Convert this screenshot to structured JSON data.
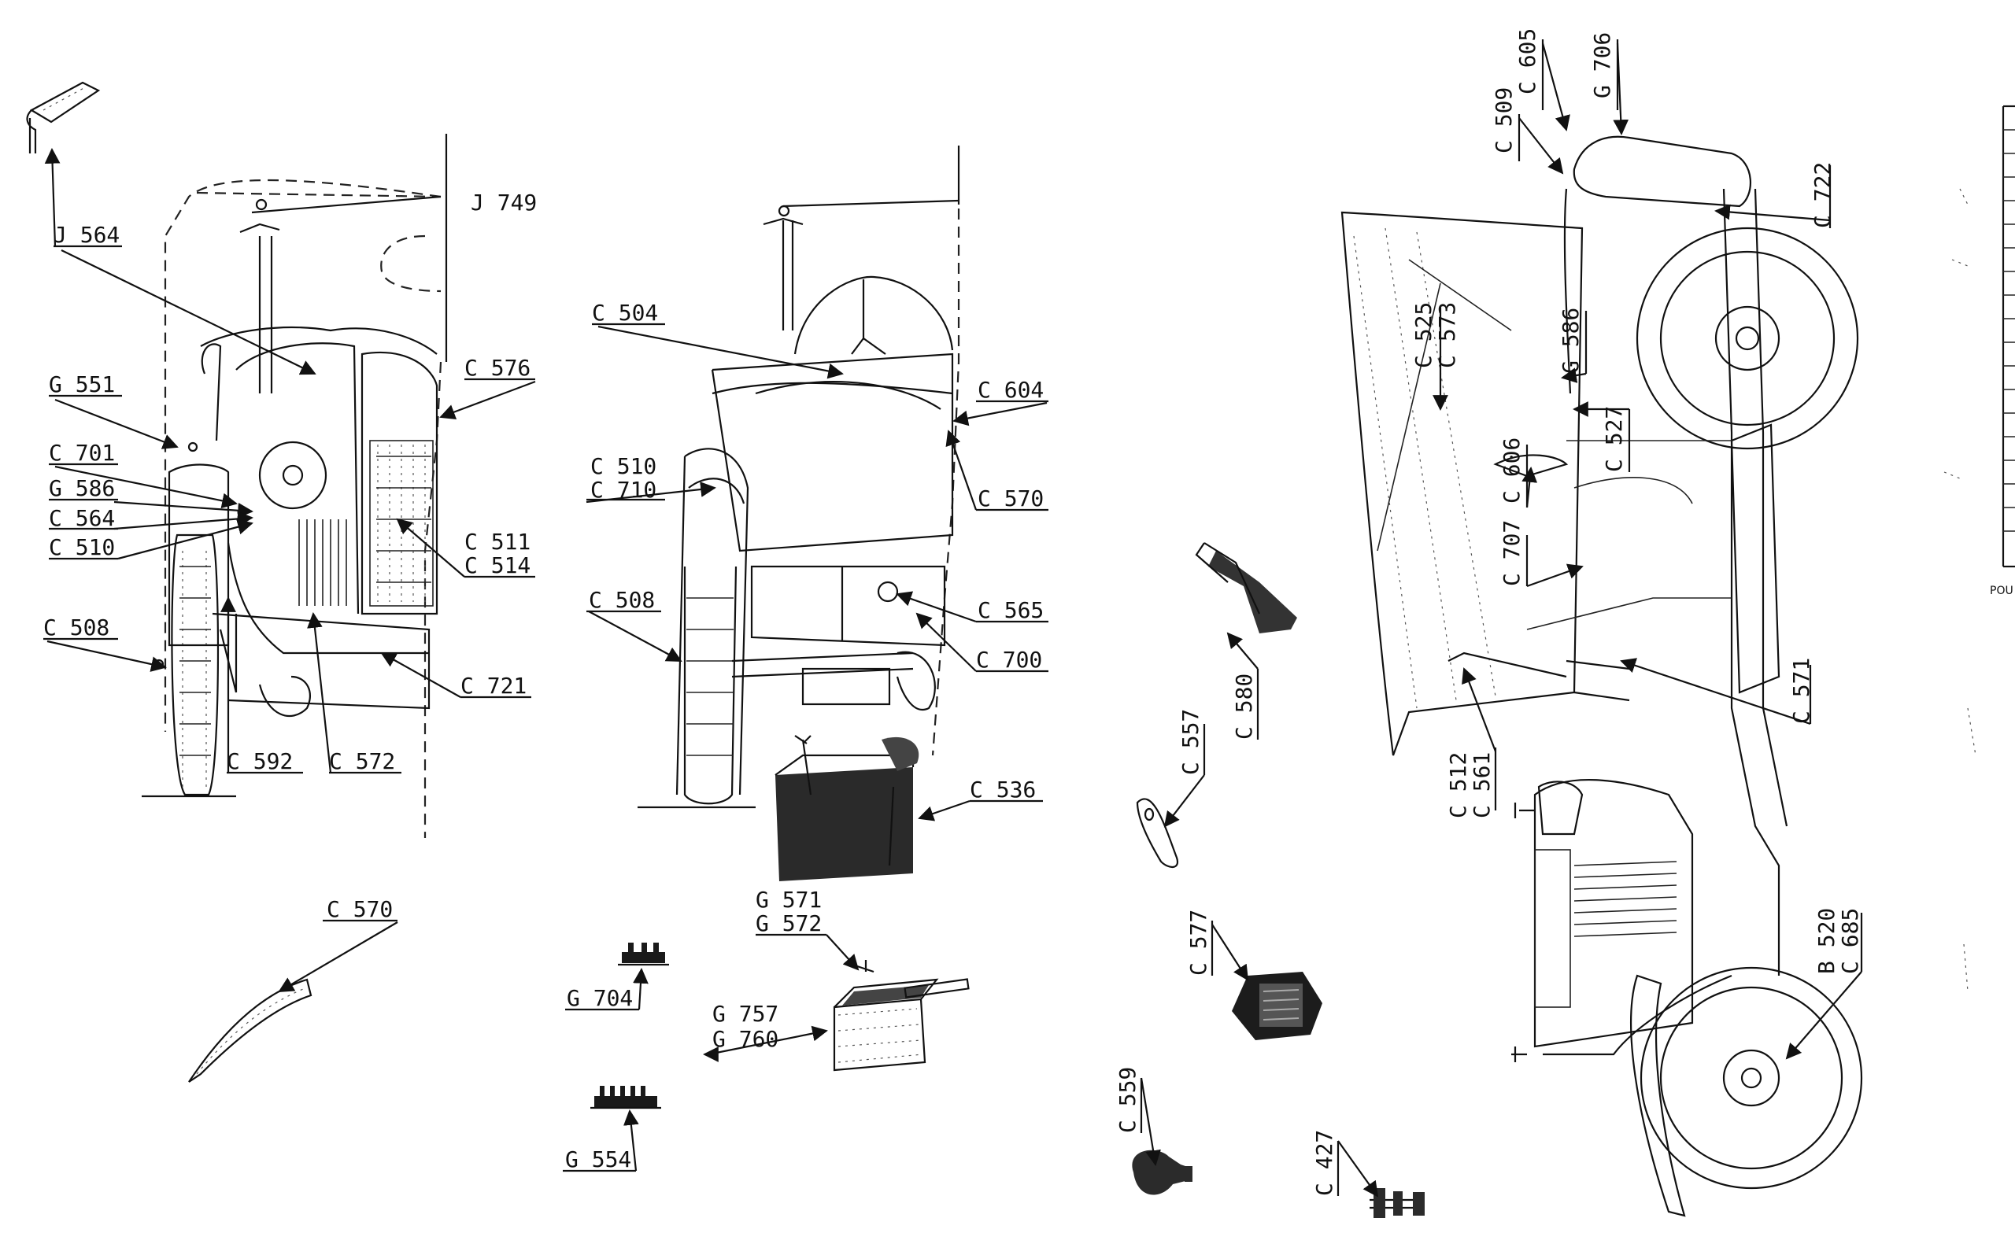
{
  "callouts": [
    {
      "id": "j564",
      "code": "J 564"
    },
    {
      "id": "j749",
      "code": "J 749"
    },
    {
      "id": "g551",
      "code": "G 551"
    },
    {
      "id": "c576",
      "code": "C 576"
    },
    {
      "id": "c701",
      "code": "C 701"
    },
    {
      "id": "g586a",
      "code": "G 586"
    },
    {
      "id": "c564",
      "code": "C 564"
    },
    {
      "id": "c510a",
      "code": "C 510"
    },
    {
      "id": "c511",
      "code": "C 511"
    },
    {
      "id": "c514",
      "code": "C 514"
    },
    {
      "id": "c508a",
      "code": "C 508"
    },
    {
      "id": "c721",
      "code": "C 721"
    },
    {
      "id": "c592",
      "code": "C 592"
    },
    {
      "id": "c572",
      "code": "C 572"
    },
    {
      "id": "c570a",
      "code": "C 570"
    },
    {
      "id": "c504",
      "code": "C 504"
    },
    {
      "id": "c604",
      "code": "C 604"
    },
    {
      "id": "c510b",
      "code": "C 510"
    },
    {
      "id": "c710",
      "code": "C 710"
    },
    {
      "id": "c570b",
      "code": "C 570"
    },
    {
      "id": "c508b",
      "code": "C 508"
    },
    {
      "id": "c565",
      "code": "C 565"
    },
    {
      "id": "c700",
      "code": "C 700"
    },
    {
      "id": "c536",
      "code": "C 536"
    },
    {
      "id": "g571a",
      "code": "G 571"
    },
    {
      "id": "g572",
      "code": "G 572"
    },
    {
      "id": "g704",
      "code": "G 704"
    },
    {
      "id": "g757",
      "code": "G 757"
    },
    {
      "id": "g760",
      "code": "G 760"
    },
    {
      "id": "g554",
      "code": "G 554"
    },
    {
      "id": "c605",
      "code": "C 605"
    },
    {
      "id": "g706",
      "code": "G 706"
    },
    {
      "id": "c509",
      "code": "C 509"
    },
    {
      "id": "c722",
      "code": "C 722"
    },
    {
      "id": "c525",
      "code": "C 525"
    },
    {
      "id": "c573",
      "code": "C 573"
    },
    {
      "id": "g586b",
      "code": "G 586"
    },
    {
      "id": "c527",
      "code": "C 527"
    },
    {
      "id": "c606",
      "code": "C 606"
    },
    {
      "id": "c707",
      "code": "C 707"
    },
    {
      "id": "c580",
      "code": "C 580"
    },
    {
      "id": "c571",
      "code": "C 571"
    },
    {
      "id": "c557",
      "code": "C 557"
    },
    {
      "id": "c512",
      "code": "C 512"
    },
    {
      "id": "c561",
      "code": "C 561"
    },
    {
      "id": "c577",
      "code": "C 577"
    },
    {
      "id": "b520",
      "code": "B 520"
    },
    {
      "id": "c685",
      "code": "C 685"
    },
    {
      "id": "c559",
      "code": "C 559"
    },
    {
      "id": "c427",
      "code": "C 427"
    }
  ],
  "edge_text": "POU"
}
